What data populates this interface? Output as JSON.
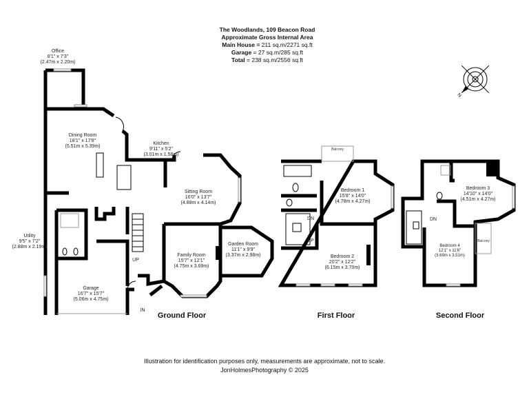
{
  "header": {
    "address": "The Woodlands, 109 Beacon Road",
    "subtitle": "Approximate Gross Internal Area",
    "main_house_label": "Main House = ",
    "main_house_value": "211 sq.m/2271 sq.ft",
    "garage_label": "Garage",
    "garage_value": " = 27 sq.m/285 sq.ft",
    "total_label": "Total",
    "total_value": " = 238 sq.m/2556 sq.ft"
  },
  "compass": {
    "label": "N",
    "icon": "compass-icon"
  },
  "ground_floor": {
    "title": "Ground Floor",
    "rooms": [
      {
        "name": "Office",
        "imperial": "8'1\" x 7'3\"",
        "metric": "(2.47m x 2.20m)"
      },
      {
        "name": "Dining Room",
        "imperial": "18'1\" x 17'8\"",
        "metric": "(5.51m x 5.39m)"
      },
      {
        "name": "Kitchen",
        "imperial": "9'11\" x 5'2\"",
        "metric": "(3.01m x 1.58m)"
      },
      {
        "name": "Sitting Room",
        "imperial": "16'0\" x 13'7\"",
        "metric": "(4.88m x 4.14m)"
      },
      {
        "name": "Utility",
        "imperial": "9'5\" x 7'2\"",
        "metric": "(2.88m x 2.19m)"
      },
      {
        "name": "Family Room",
        "imperial": "15'7\" x 12'1\"",
        "metric": "(4.75m x 3.69m)"
      },
      {
        "name": "Garden Room",
        "imperial": "11'1\" x 9'9\"",
        "metric": "(3.37m x 2.98m)"
      },
      {
        "name": "Garage",
        "imperial": "16'7\" x 15'7\"",
        "metric": "(5.06m x 4.75m)"
      }
    ],
    "up": "UP",
    "in": "IN"
  },
  "first_floor": {
    "title": "First Floor",
    "balcony": "Balcony",
    "dn": "DN",
    "up": "UP",
    "rooms": [
      {
        "name": "Bedroom 1",
        "imperial": "15'8\" x 14'0\"",
        "metric": "(4.78m x 4.27m)"
      },
      {
        "name": "Bedroom 2",
        "imperial": "20'2\" x 12'2\"",
        "metric": "(6.15m x 3.70m)"
      }
    ]
  },
  "second_floor": {
    "title": "Second Floor",
    "balcony": "Balcony",
    "dn": "DN",
    "rooms": [
      {
        "name": "Bedroom 3",
        "imperial": "14'10\" x 14'0\"",
        "metric": "(4.51m x 4.27m)"
      },
      {
        "name": "Bedroom 4",
        "imperial": "12'1\" x 11'6\"",
        "metric": "(3.69m x 3.51m)"
      }
    ]
  },
  "footer": {
    "disclaimer": "Illustration for identification purposes only, measurements are approximate, not to scale.",
    "credit": "JonHolmesPhotography © 2025"
  }
}
